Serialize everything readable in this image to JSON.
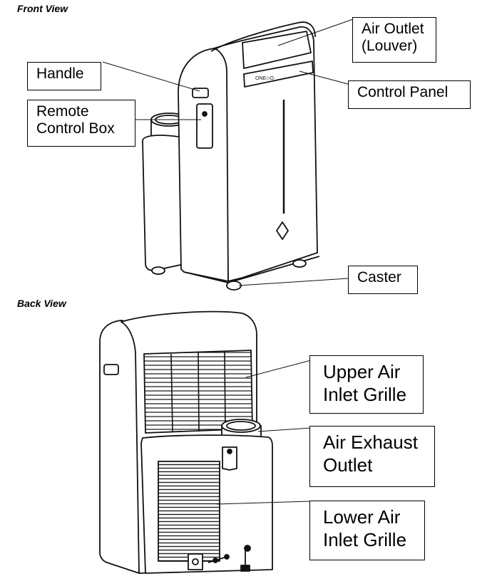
{
  "front_view": {
    "title": "Front View",
    "brand_mark": "ONE◇O",
    "labels": {
      "air_outlet": "Air Outlet\n(Louver)",
      "handle": "Handle",
      "remote_control_box": "Remote\nControl Box",
      "control_panel": "Control Panel",
      "caster": "Caster"
    }
  },
  "back_view": {
    "title": "Back View",
    "labels": {
      "upper_air_inlet_grille": "Upper Air\nInlet Grille",
      "air_exhaust_outlet": "Air Exhaust\nOutlet",
      "lower_air_inlet_grille": "Lower Air\nInlet Grille"
    }
  }
}
